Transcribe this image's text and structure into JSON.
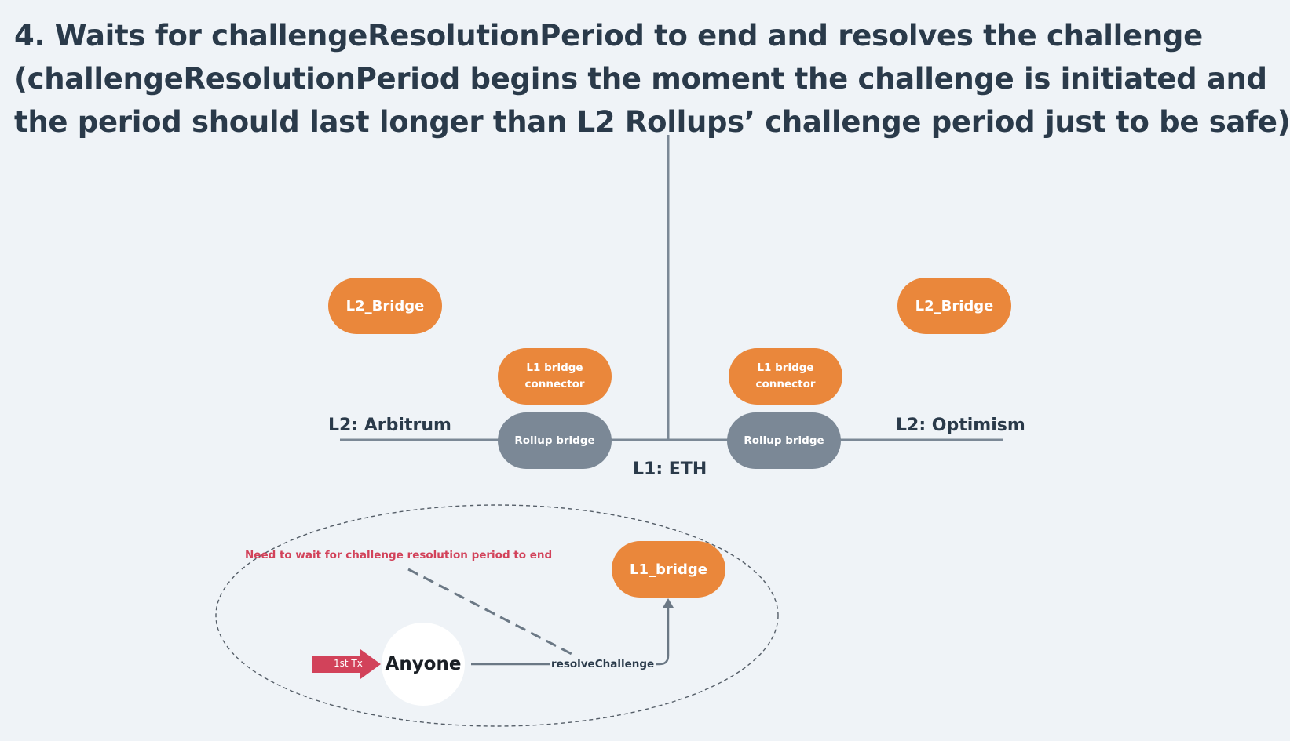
{
  "title": {
    "line1": "4. Waits for challengeResolutionPeriod to end and resolves the challenge",
    "line2": "(challengeResolutionPeriod begins the moment the challenge is initiated and",
    "line3": "the period should last longer than L2 Rollups’ challenge period just to be safe)"
  },
  "chains": {
    "left": "L2: Arbitrum",
    "center": "L1: ETH",
    "right": "L2: Optimism"
  },
  "nodes": {
    "l2_bridge_left": "L2_Bridge",
    "l2_bridge_right": "L2_Bridge",
    "l1_connector_left_line1": "L1 bridge",
    "l1_connector_left_line2": "connector",
    "l1_connector_right_line1": "L1 bridge",
    "l1_connector_right_line2": "connector",
    "rollup_left": "Rollup bridge",
    "rollup_right": "Rollup bridge",
    "l1_bridge": "L1_bridge"
  },
  "flow": {
    "note": "Need to wait for challenge resolution period to end",
    "actor": "Anyone",
    "tx_label": "1st Tx",
    "function": "resolveChallenge"
  },
  "colors": {
    "background": "#eff3f7",
    "orange": "#ea873b",
    "gray": "#7b8896",
    "text": "#2a3a4a",
    "alert": "#d2425a"
  }
}
